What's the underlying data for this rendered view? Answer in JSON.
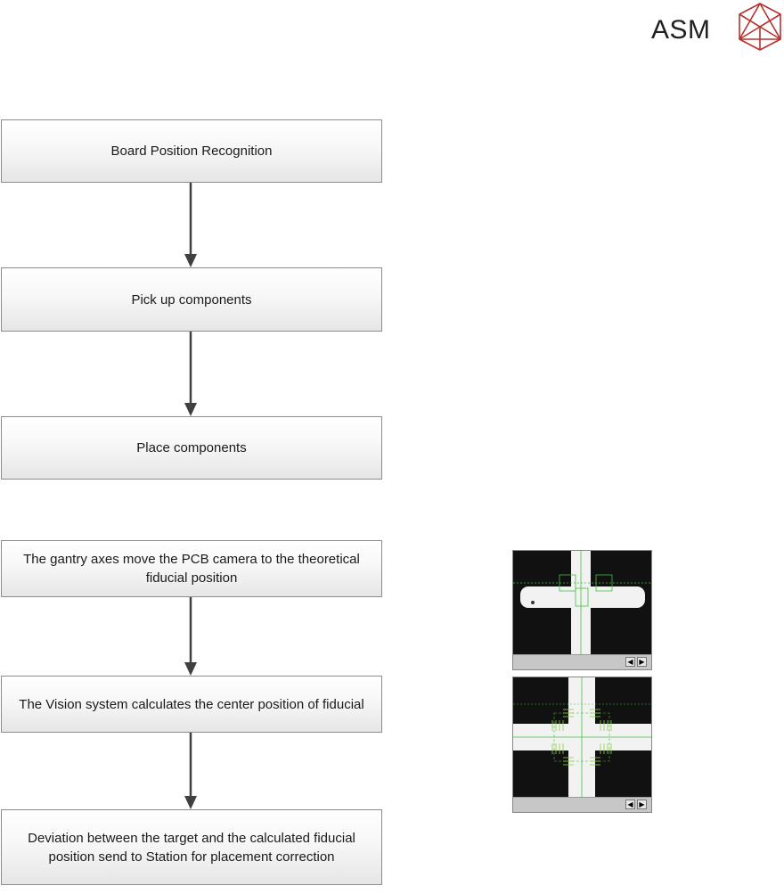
{
  "brand": {
    "name": "ASM",
    "color": "#b5322f"
  },
  "flow_main": [
    "Board Position Recognition",
    "Pick up components",
    "Place components"
  ],
  "flow_detail": [
    "The gantry axes move the PCB camera to the theoretical fiducial position",
    "The Vision system calculates the center position of fiducial",
    "Deviation between the target and the calculated fiducial position send to Station for placement correction"
  ],
  "screenshots": [
    {
      "name": "camera-view-theoretical",
      "nav": [
        "◀",
        "▶"
      ]
    },
    {
      "name": "camera-view-calculated",
      "nav": [
        "◀",
        "▶"
      ]
    }
  ]
}
